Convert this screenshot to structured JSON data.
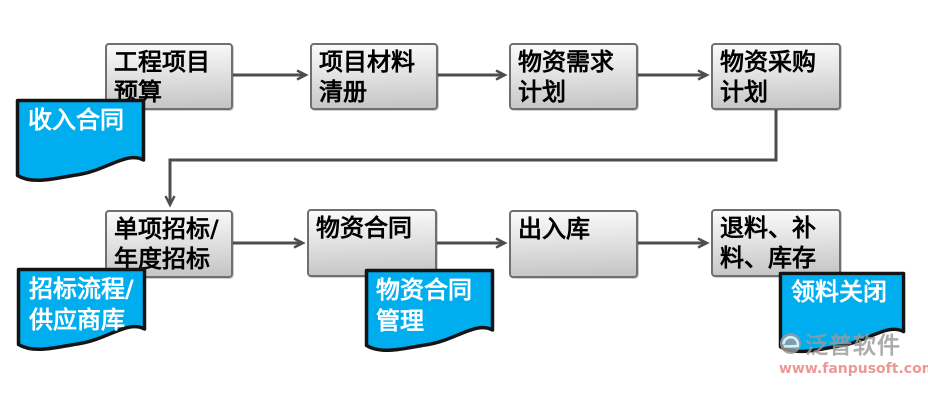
{
  "diagram": {
    "title_hint": "material management process flowchart",
    "boxes": [
      {
        "name": "project-budget",
        "text": "工程项目\n预算"
      },
      {
        "name": "project-material-list",
        "text": "项目材料\n清册"
      },
      {
        "name": "material-demand-plan",
        "text": "物资需求\n计划"
      },
      {
        "name": "material-purchase-plan",
        "text": "物资采购\n计划"
      },
      {
        "name": "single-annual-bidding",
        "text": "单项招标/\n年度招标"
      },
      {
        "name": "material-contract",
        "text": "物资合同"
      },
      {
        "name": "warehouse-in-out",
        "text": "出入库"
      },
      {
        "name": "return-refill-stock",
        "text": "退料、补\n料、库存"
      }
    ],
    "banners": [
      {
        "name": "income-contract",
        "text": "收入合同"
      },
      {
        "name": "bidding-process-suppliers",
        "text": "招标流程/\n供应商库"
      },
      {
        "name": "material-contract-mgmt",
        "text": "物资合同\n管理"
      },
      {
        "name": "requisition-close",
        "text": "领料关闭"
      }
    ],
    "colors": {
      "banner_fill": "#00ADEF",
      "banner_border": "#141414",
      "banner_text": "#ffffff",
      "box_border": "#6f6f6f",
      "box_fill_top": "#fbfbfb",
      "box_fill_bottom": "#c4c4c4",
      "arrow": "#4d4d4d",
      "watermark_gray": "#9b9b9b",
      "watermark_link": "#e8827e"
    },
    "watermark": {
      "brand": "泛普软件",
      "url": "www.fanpusoft.com"
    }
  }
}
